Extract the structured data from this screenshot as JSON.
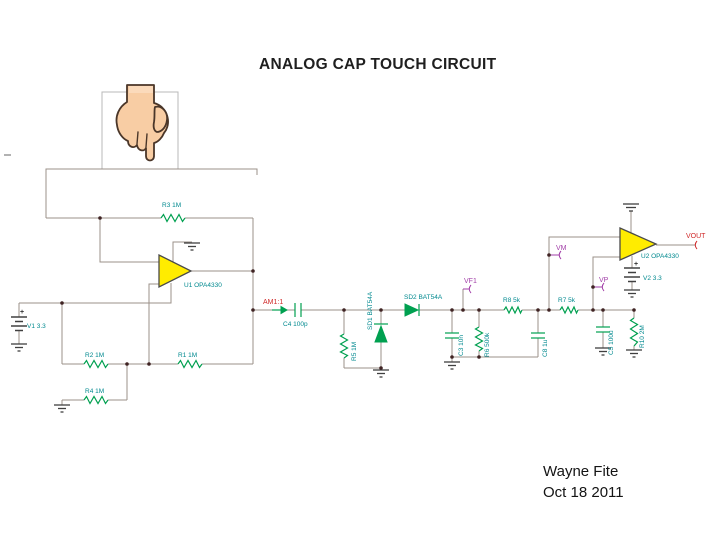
{
  "slide": {
    "title": "ANALOG CAP TOUCH CIRCUIT",
    "author": "Wayne Fite",
    "date": "Oct 18 2011"
  },
  "colors": {
    "background": "#ffffff",
    "wire_gray": "#9b9189",
    "component_green": "#00a050",
    "label_teal": "#00898f",
    "probe_purple": "#a23fa8",
    "signal_red": "#d02a2a",
    "opamp_yellow": "#ffec00",
    "ground_dark": "#404040",
    "hand_skin": "#f8cda4"
  },
  "schematic": {
    "labels": {
      "r3": "R3 1M",
      "u1": "U1 OPA4330",
      "am1": "AM1:1",
      "c4": "C4 100p",
      "r5": "R5 1M",
      "sd1": "SD1 BAT54A",
      "sd2": "SD2 BAT54A",
      "vf1": "VF1",
      "c3": "C3 10n",
      "r6": "R6 500k",
      "r8": "R8 5k",
      "c8": "C8 1u",
      "r7": "R7 5k",
      "vm": "VM",
      "vp": "VP",
      "c5": "C5 100u",
      "r10": "R10 2M",
      "v2": "V2 3.3",
      "u2": "U2 OPA4330",
      "vout": "VOUT",
      "v1": "V1 3.3",
      "r2": "R2 1M",
      "r1": "R1 1M",
      "r4": "R4 1M",
      "v1_plus": "+",
      "v2_plus": "+"
    }
  }
}
